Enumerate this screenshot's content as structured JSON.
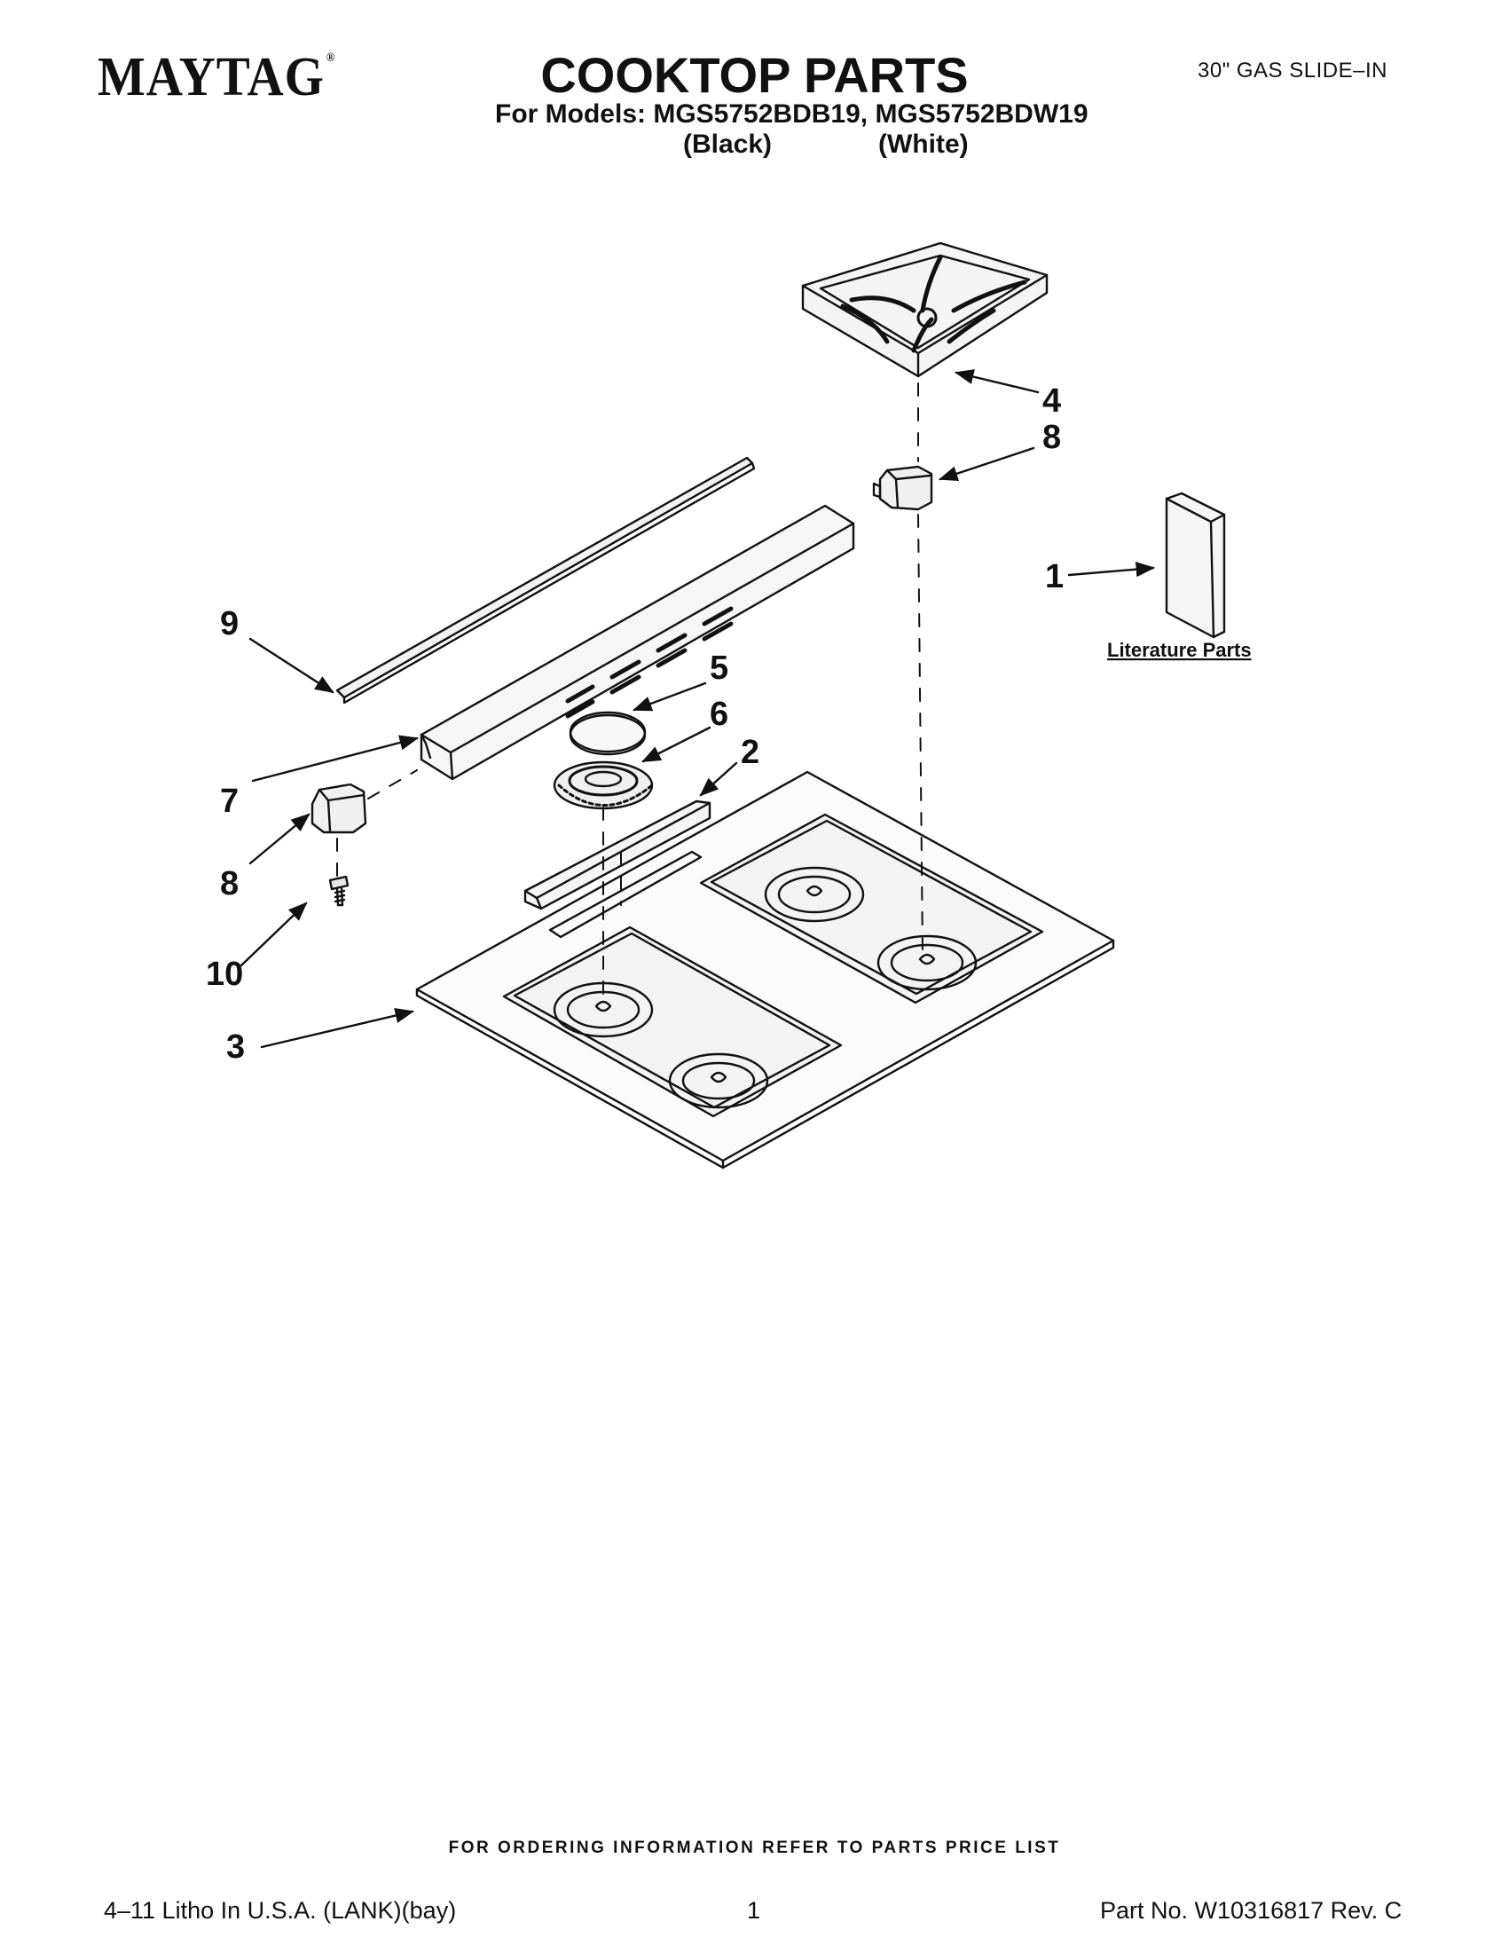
{
  "header": {
    "brand": "MAYTAG",
    "brand_mark": "®",
    "title": "COOKTOP PARTS",
    "product_type": "30\" GAS SLIDE–IN",
    "models_line": "For Models: MGS5752BDB19, MGS5752BDW19",
    "color_black": "(Black)",
    "color_white": "(White)"
  },
  "diagram": {
    "callouts": {
      "c1": "1",
      "c2": "2",
      "c3": "3",
      "c4": "4",
      "c5": "5",
      "c6": "6",
      "c7": "7",
      "c8_top": "8",
      "c8_left": "8",
      "c9": "9",
      "c10": "10"
    },
    "literature_label": "Literature Parts"
  },
  "footer": {
    "ordering_note": "FOR ORDERING INFORMATION REFER TO PARTS PRICE LIST",
    "litho": "4–11 Litho In U.S.A. (LANK)(bay)",
    "page": "1",
    "part_no": "Part No. W10316817 Rev. C"
  }
}
